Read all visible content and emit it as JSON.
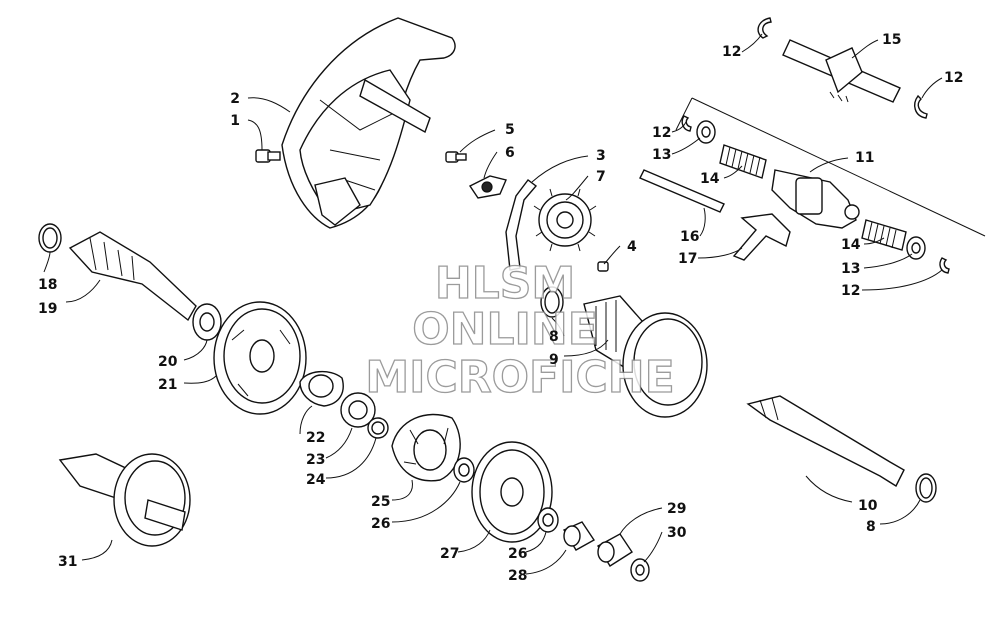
{
  "watermark": {
    "line1": "HLSM",
    "line2": "ONLINE",
    "line3": "MICROFICHE"
  },
  "callouts": [
    {
      "id": "c2",
      "text": "2"
    },
    {
      "id": "c1",
      "text": "1"
    },
    {
      "id": "c5",
      "text": "5"
    },
    {
      "id": "c6",
      "text": "6"
    },
    {
      "id": "c3",
      "text": "3"
    },
    {
      "id": "c7",
      "text": "7"
    },
    {
      "id": "c4",
      "text": "4"
    },
    {
      "id": "c12a",
      "text": "12"
    },
    {
      "id": "c15",
      "text": "15"
    },
    {
      "id": "c12b",
      "text": "12"
    },
    {
      "id": "c12c",
      "text": "12"
    },
    {
      "id": "c13a",
      "text": "13"
    },
    {
      "id": "c11",
      "text": "11"
    },
    {
      "id": "c14a",
      "text": "14"
    },
    {
      "id": "c16",
      "text": "16"
    },
    {
      "id": "c17",
      "text": "17"
    },
    {
      "id": "c14b",
      "text": "14"
    },
    {
      "id": "c13b",
      "text": "13"
    },
    {
      "id": "c12d",
      "text": "12"
    },
    {
      "id": "c18",
      "text": "18"
    },
    {
      "id": "c19",
      "text": "19"
    },
    {
      "id": "c20",
      "text": "20"
    },
    {
      "id": "c21",
      "text": "21"
    },
    {
      "id": "c8a",
      "text": "8"
    },
    {
      "id": "c9",
      "text": "9"
    },
    {
      "id": "c22",
      "text": "22"
    },
    {
      "id": "c23",
      "text": "23"
    },
    {
      "id": "c24",
      "text": "24"
    },
    {
      "id": "c25",
      "text": "25"
    },
    {
      "id": "c26a",
      "text": "26"
    },
    {
      "id": "c10",
      "text": "10"
    },
    {
      "id": "c8b",
      "text": "8"
    },
    {
      "id": "c31",
      "text": "31"
    },
    {
      "id": "c27",
      "text": "27"
    },
    {
      "id": "c26b",
      "text": "26"
    },
    {
      "id": "c28",
      "text": "28"
    },
    {
      "id": "c29",
      "text": "29"
    },
    {
      "id": "c30",
      "text": "30"
    }
  ]
}
